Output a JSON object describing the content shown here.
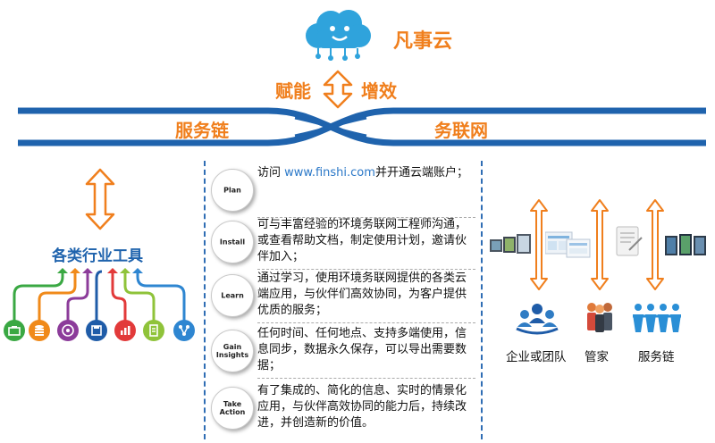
{
  "header": {
    "brand": "凡事云",
    "left_label": "赋能",
    "right_label": "增效"
  },
  "band": {
    "left": "服务链",
    "right": "务联网"
  },
  "left_panel": {
    "title": "各类行业工具",
    "tool_icons": [
      {
        "name": "toolbox-icon",
        "color": "#3aa843"
      },
      {
        "name": "database-icon",
        "color": "#f08a1a"
      },
      {
        "name": "target-icon",
        "color": "#8c3c9a"
      },
      {
        "name": "save-icon",
        "color": "#1f5ca8"
      },
      {
        "name": "bar-chart-icon",
        "color": "#e23a3a"
      },
      {
        "name": "clipboard-icon",
        "color": "#8fc33a"
      },
      {
        "name": "network-icon",
        "color": "#2e86d1"
      }
    ]
  },
  "steps": [
    {
      "badge": "Plan",
      "prefix": "访问 ",
      "url": "www.finshi.com",
      "rest": "并开通云端账户；"
    },
    {
      "badge": "Install",
      "text": "可与丰富经验的环境务联网工程师沟通，或查看帮助文档，制定使用计划，邀请伙伴加入；"
    },
    {
      "badge": "Learn",
      "text": "通过学习，使用环境务联网提供的各类云端应用，与伙伴们高效协同，为客户提供优质的服务；"
    },
    {
      "badge": "Gain Insights",
      "text": "任何时间、任何地点、支持多端使用，信息同步，数据永久保存，可以导出需要数据；"
    },
    {
      "badge": "Take Action",
      "text": "有了集成的、简化的信息、实时的情景化应用，与伙伴高效协同的能力后，持续改进，并创造新的价值。"
    }
  ],
  "roles": [
    "企业或团队",
    "管家",
    "服务链"
  ],
  "colors": {
    "orange": "#f07f1d",
    "blue": "#1f63ad",
    "cloud": "#2fa3dc"
  }
}
